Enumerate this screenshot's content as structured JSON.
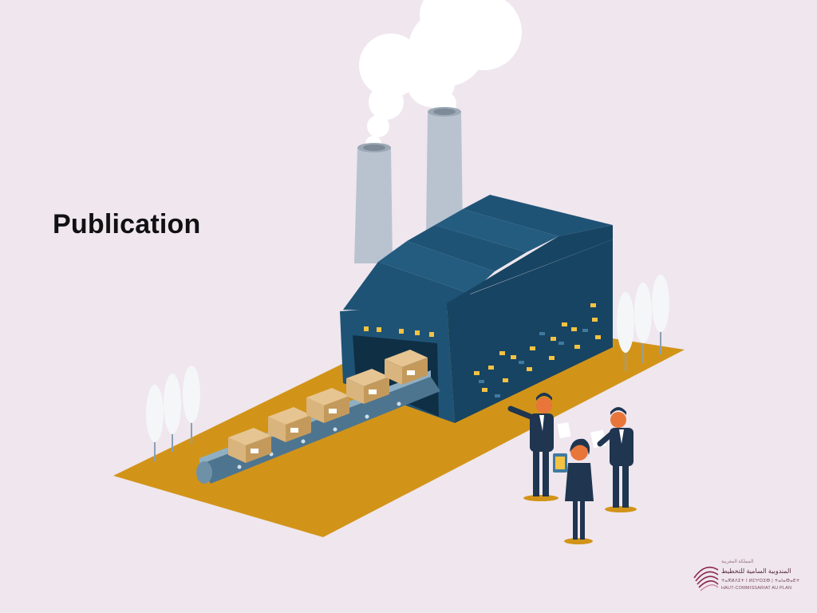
{
  "slide": {
    "title": "Publication"
  },
  "illustration": {
    "subject": "factory-with-conveyor-and-people",
    "colors": {
      "background": "#efe6ee",
      "ground": "#d29418",
      "factory": "#1f5375",
      "factory_dark": "#174462",
      "window": "#f5c242",
      "chimney": "#b9c3cf",
      "smoke": "#ffffff",
      "box": "#d9b47c",
      "conveyor": "#6f91a8",
      "tree": "#f4f6f8",
      "suit": "#1f3550",
      "skin": "#e8763a"
    }
  },
  "logo": {
    "arabic_line1": "المملكة المغربية",
    "arabic_line2": "المندوبية السامية للتخطيط",
    "tifinagh_line": "ⵜⴰⴳⵍⴷⵉⵜ ⵏ ⵍⵎⵖⵔⵉⴱ | ⵜⴰⵏⴰⴱⴰⴹⵜ",
    "french_line": "HAUT-COMMISSARIAT AU PLAN",
    "color": "#5a2b3e"
  }
}
